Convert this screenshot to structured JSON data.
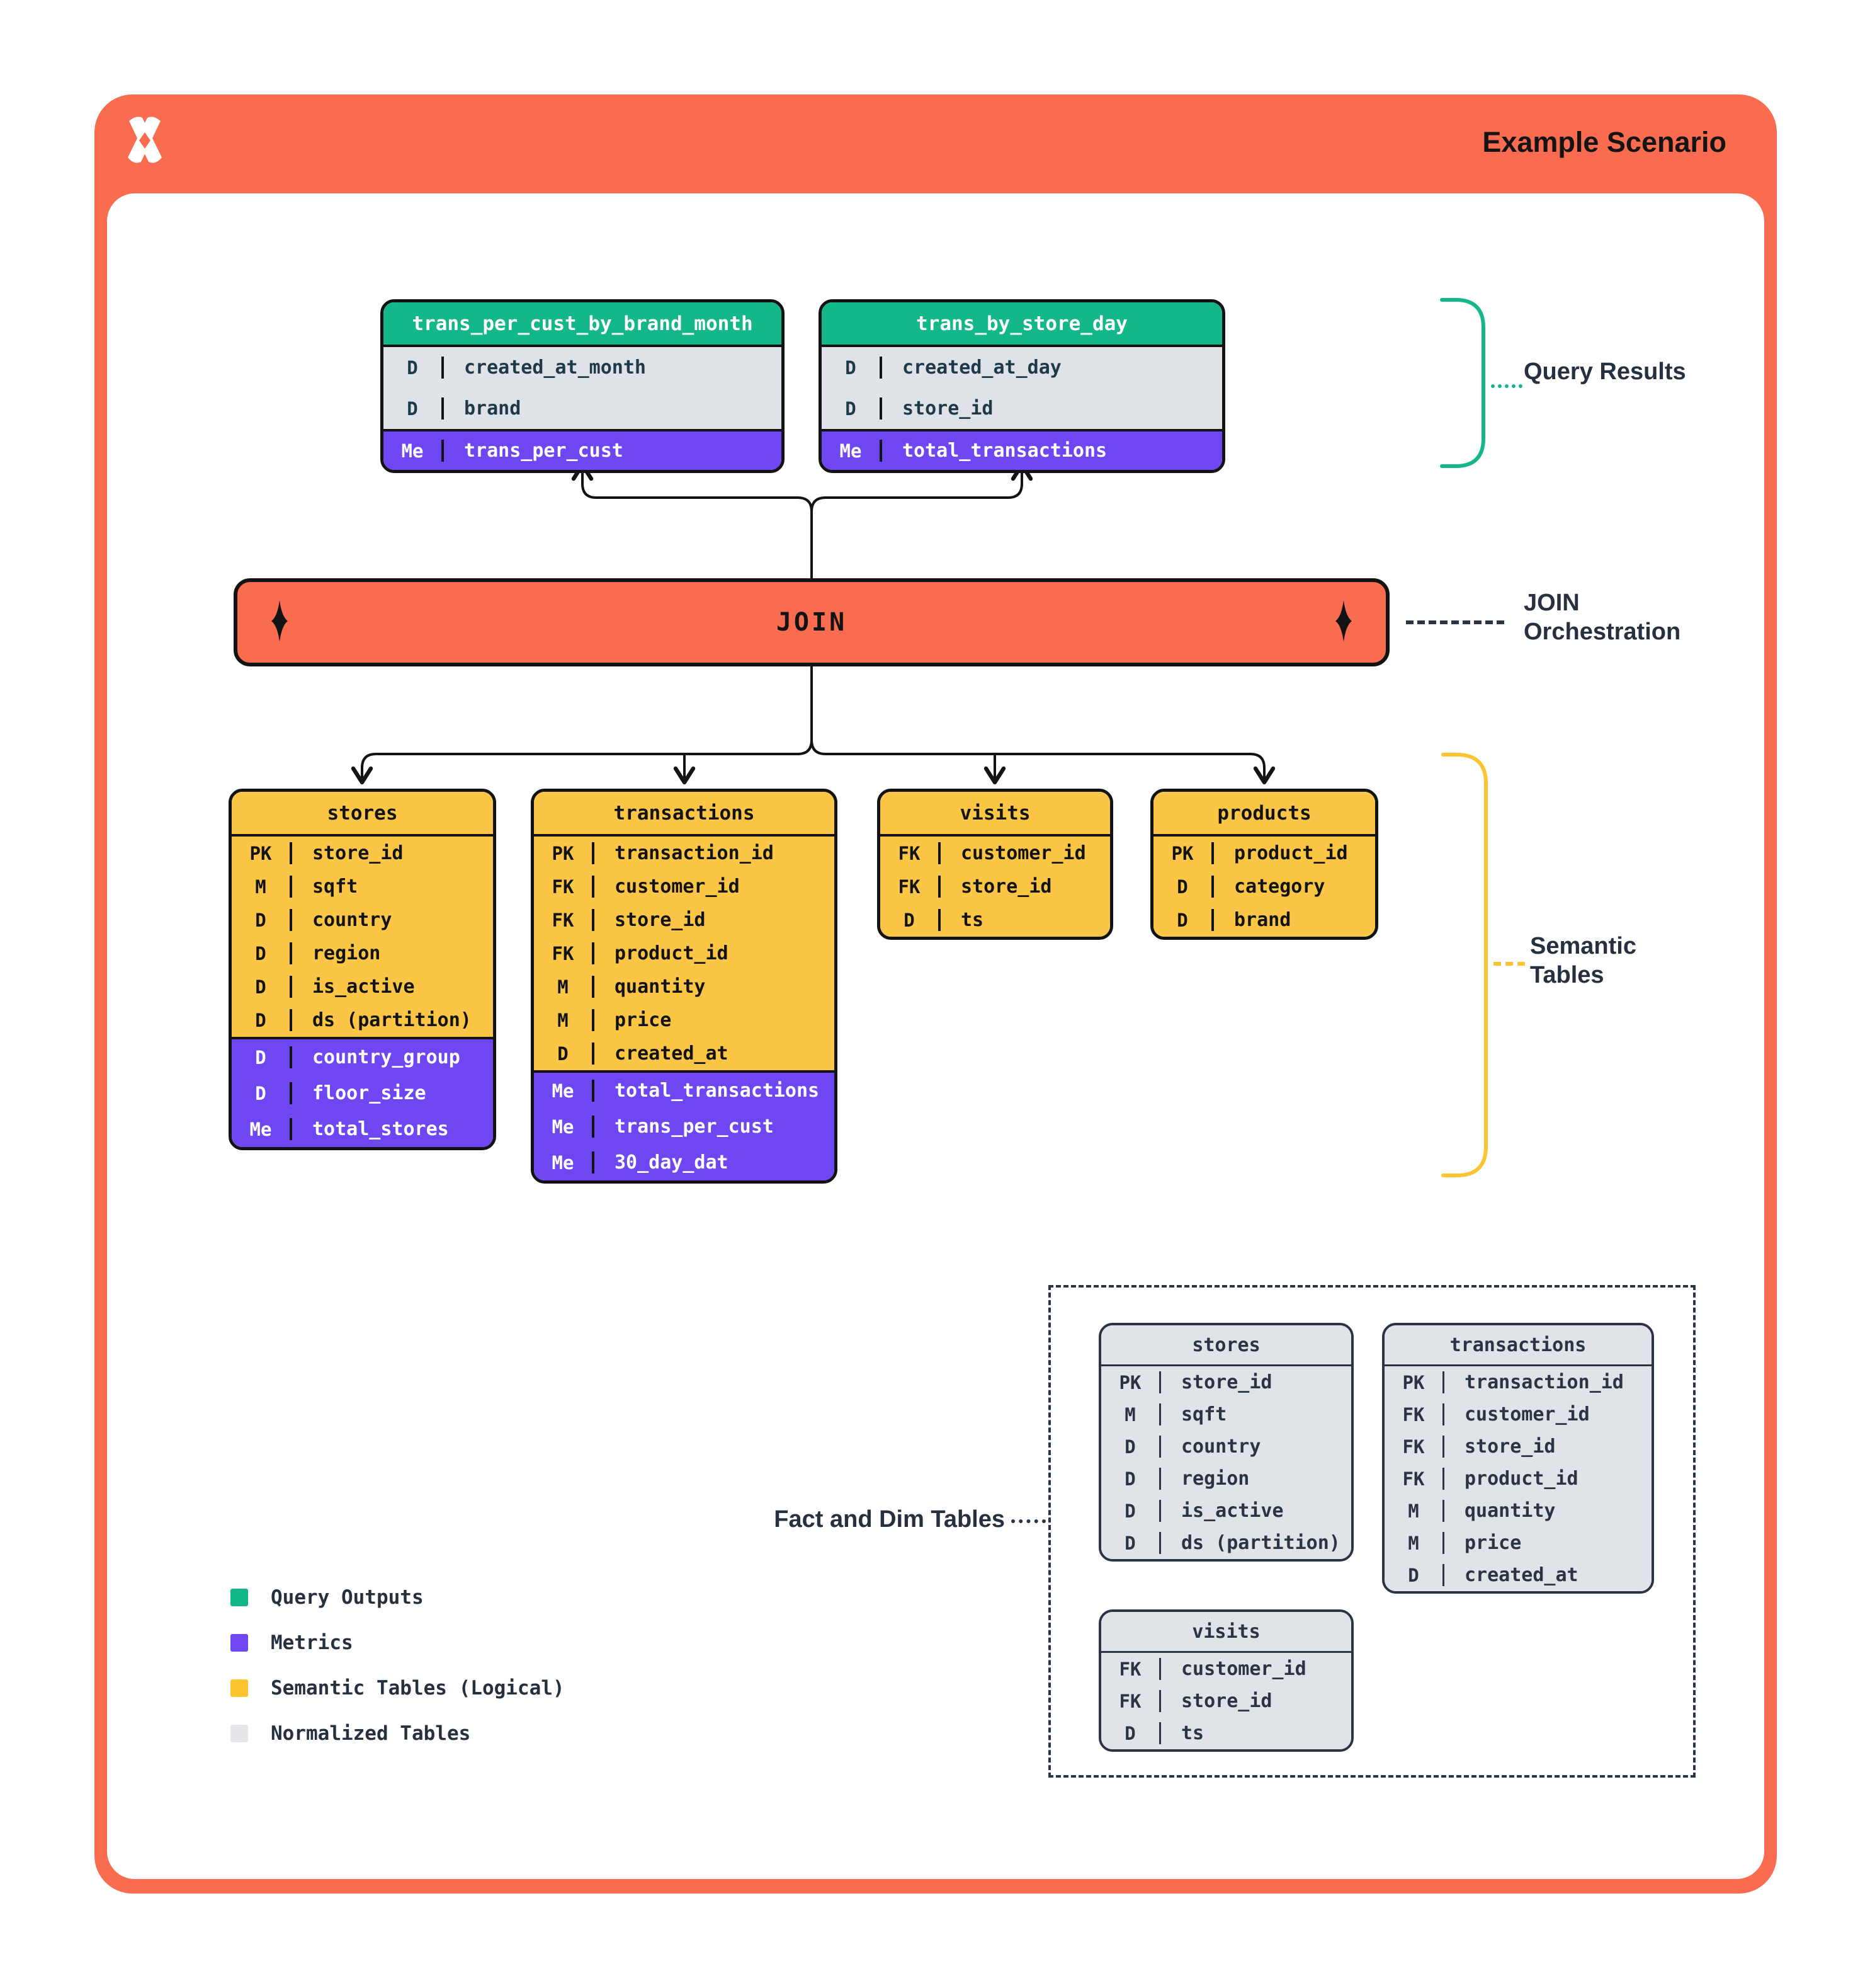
{
  "header": {
    "title": "Example Scenario",
    "logo": "dremio-x-logo"
  },
  "join_bar": {
    "label": "JOIN"
  },
  "side_labels": {
    "query_results": "Query Results",
    "join_orchestration": "JOIN\nOrchestration",
    "semantic_tables": "Semantic\nTables",
    "fact_dim": "Fact and Dim Tables"
  },
  "colors": {
    "orange": "#F96C50",
    "green": "#14B789",
    "purple": "#6E46F2",
    "yellow": "#FBC545",
    "legend_yellow": "#FCC430",
    "gray": "#DFE2E7",
    "gray_light": "#E4E6EA",
    "navy": "#2B3444",
    "black": "#131313"
  },
  "query_result_tables": [
    {
      "name": "trans_per_cust_by_brand_month",
      "columns": [
        {
          "key": "D",
          "label": "created_at_month"
        },
        {
          "key": "D",
          "label": "brand"
        }
      ],
      "metrics": [
        {
          "key": "Me",
          "label": "trans_per_cust"
        }
      ]
    },
    {
      "name": "trans_by_store_day",
      "columns": [
        {
          "key": "D",
          "label": "created_at_day"
        },
        {
          "key": "D",
          "label": "store_id"
        }
      ],
      "metrics": [
        {
          "key": "Me",
          "label": "total_transactions"
        }
      ]
    }
  ],
  "semantic_tables": [
    {
      "name": "stores",
      "columns": [
        {
          "key": "PK",
          "label": "store_id"
        },
        {
          "key": "M",
          "label": "sqft"
        },
        {
          "key": "D",
          "label": "country"
        },
        {
          "key": "D",
          "label": "region"
        },
        {
          "key": "D",
          "label": "is_active"
        },
        {
          "key": "D",
          "label": "ds (partition)"
        }
      ],
      "metrics": [
        {
          "key": "D",
          "label": "country_group"
        },
        {
          "key": "D",
          "label": "floor_size"
        },
        {
          "key": "Me",
          "label": "total_stores"
        }
      ]
    },
    {
      "name": "transactions",
      "columns": [
        {
          "key": "PK",
          "label": "transaction_id"
        },
        {
          "key": "FK",
          "label": "customer_id"
        },
        {
          "key": "FK",
          "label": "store_id"
        },
        {
          "key": "FK",
          "label": "product_id"
        },
        {
          "key": "M",
          "label": "quantity"
        },
        {
          "key": "M",
          "label": "price"
        },
        {
          "key": "D",
          "label": "created_at"
        }
      ],
      "metrics": [
        {
          "key": "Me",
          "label": "total_transactions"
        },
        {
          "key": "Me",
          "label": "trans_per_cust"
        },
        {
          "key": "Me",
          "label": "30_day_dat"
        }
      ]
    },
    {
      "name": "visits",
      "columns": [
        {
          "key": "FK",
          "label": "customer_id"
        },
        {
          "key": "FK",
          "label": "store_id"
        },
        {
          "key": "D",
          "label": "ts"
        }
      ],
      "metrics": []
    },
    {
      "name": "products",
      "columns": [
        {
          "key": "PK",
          "label": "product_id"
        },
        {
          "key": "D",
          "label": "category"
        },
        {
          "key": "D",
          "label": "brand"
        }
      ],
      "metrics": []
    }
  ],
  "normalized_tables": [
    {
      "name": "stores",
      "columns": [
        {
          "key": "PK",
          "label": "store_id"
        },
        {
          "key": "M",
          "label": "sqft"
        },
        {
          "key": "D",
          "label": "country"
        },
        {
          "key": "D",
          "label": "region"
        },
        {
          "key": "D",
          "label": "is_active"
        },
        {
          "key": "D",
          "label": "ds (partition)"
        }
      ],
      "metrics": []
    },
    {
      "name": "transactions",
      "columns": [
        {
          "key": "PK",
          "label": "transaction_id"
        },
        {
          "key": "FK",
          "label": "customer_id"
        },
        {
          "key": "FK",
          "label": "store_id"
        },
        {
          "key": "FK",
          "label": "product_id"
        },
        {
          "key": "M",
          "label": "quantity"
        },
        {
          "key": "M",
          "label": "price"
        },
        {
          "key": "D",
          "label": "created_at"
        }
      ],
      "metrics": []
    },
    {
      "name": "visits",
      "columns": [
        {
          "key": "FK",
          "label": "customer_id"
        },
        {
          "key": "FK",
          "label": "store_id"
        },
        {
          "key": "D",
          "label": "ts"
        }
      ],
      "metrics": []
    }
  ],
  "legend": [
    {
      "color_key": "green",
      "label": "Query Outputs"
    },
    {
      "color_key": "purple",
      "label": "Metrics"
    },
    {
      "color_key": "legend_yellow",
      "label": "Semantic Tables (Logical)"
    },
    {
      "color_key": "gray_light",
      "label": "Normalized Tables"
    }
  ]
}
